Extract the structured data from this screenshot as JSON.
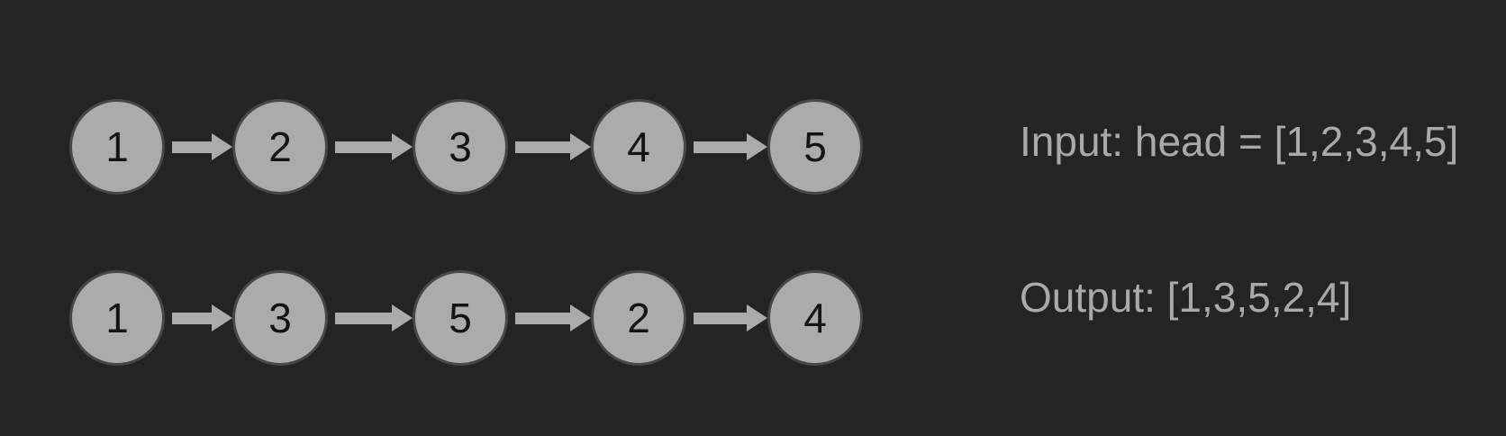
{
  "colors": {
    "background": "#242424",
    "node_fill": "#ababab",
    "node_ring": "#474747",
    "node_text": "#141414",
    "arrow": "#ababab",
    "label": "#a9a9a9"
  },
  "lists": [
    {
      "id": "input",
      "label": "Input: head = [1,2,3,4,5]",
      "nodes": [
        "1",
        "2",
        "3",
        "4",
        "5"
      ]
    },
    {
      "id": "output",
      "label": "Output: [1,3,5,2,4]",
      "nodes": [
        "1",
        "3",
        "5",
        "2",
        "4"
      ]
    }
  ]
}
